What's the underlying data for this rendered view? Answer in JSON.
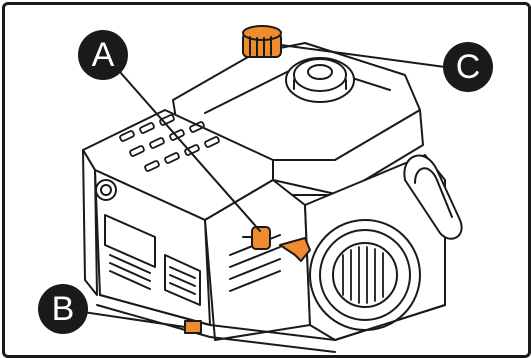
{
  "callouts": {
    "a": "A",
    "b": "B",
    "c": "C"
  },
  "colors": {
    "outline": "#1a1a1a",
    "accent": "#f08c2e",
    "background": "#ffffff"
  },
  "icons": [
    "engine-illustration",
    "fuel-cap-icon",
    "choke-lever-icon",
    "fuel-valve-icon",
    "drain-plug-icon",
    "pull-handle-icon",
    "recoil-starter-icon"
  ]
}
